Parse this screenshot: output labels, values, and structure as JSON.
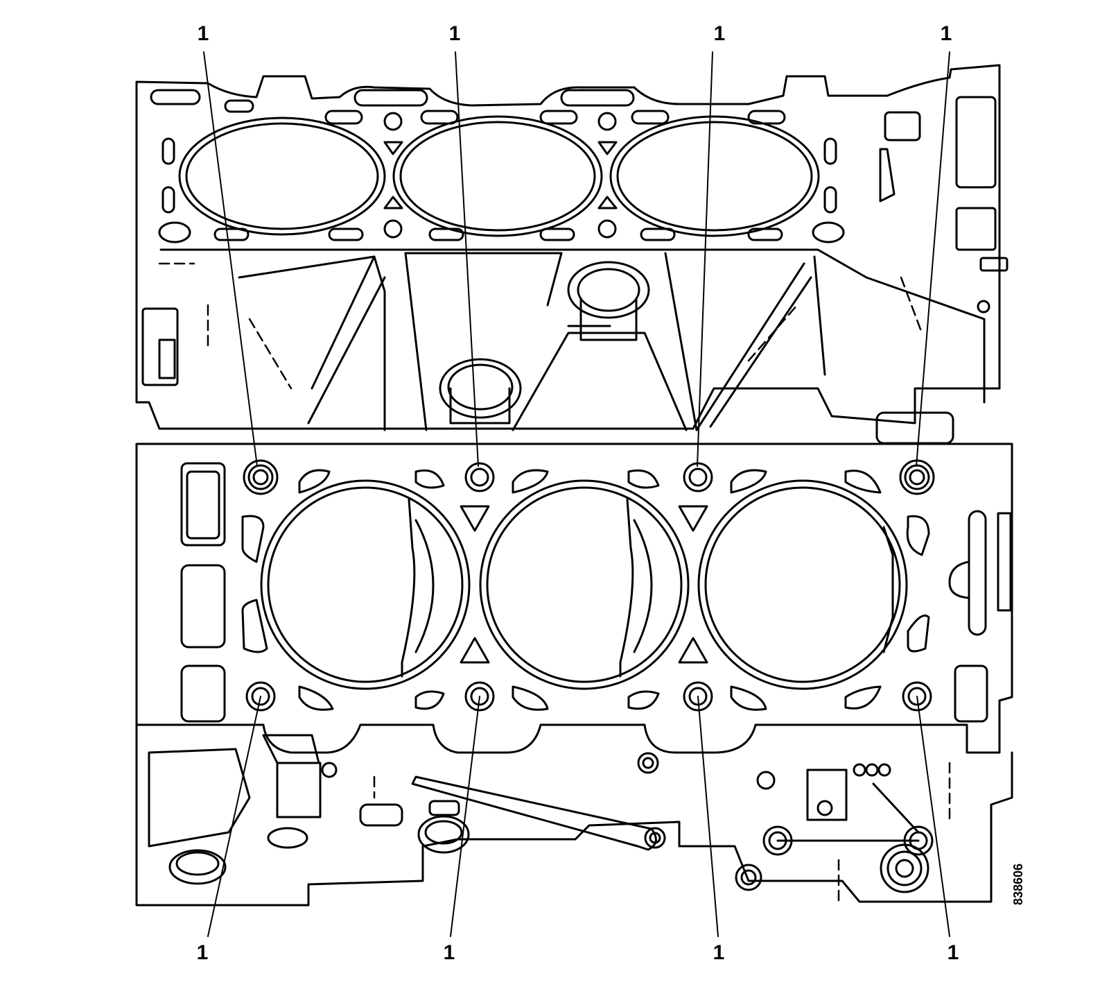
{
  "callouts": [
    {
      "label": "1"
    },
    {
      "label": "1"
    },
    {
      "label": "1"
    },
    {
      "label": "1"
    },
    {
      "label": "1"
    },
    {
      "label": "1"
    },
    {
      "label": "1"
    },
    {
      "label": "1"
    }
  ],
  "figure_code": "838606"
}
